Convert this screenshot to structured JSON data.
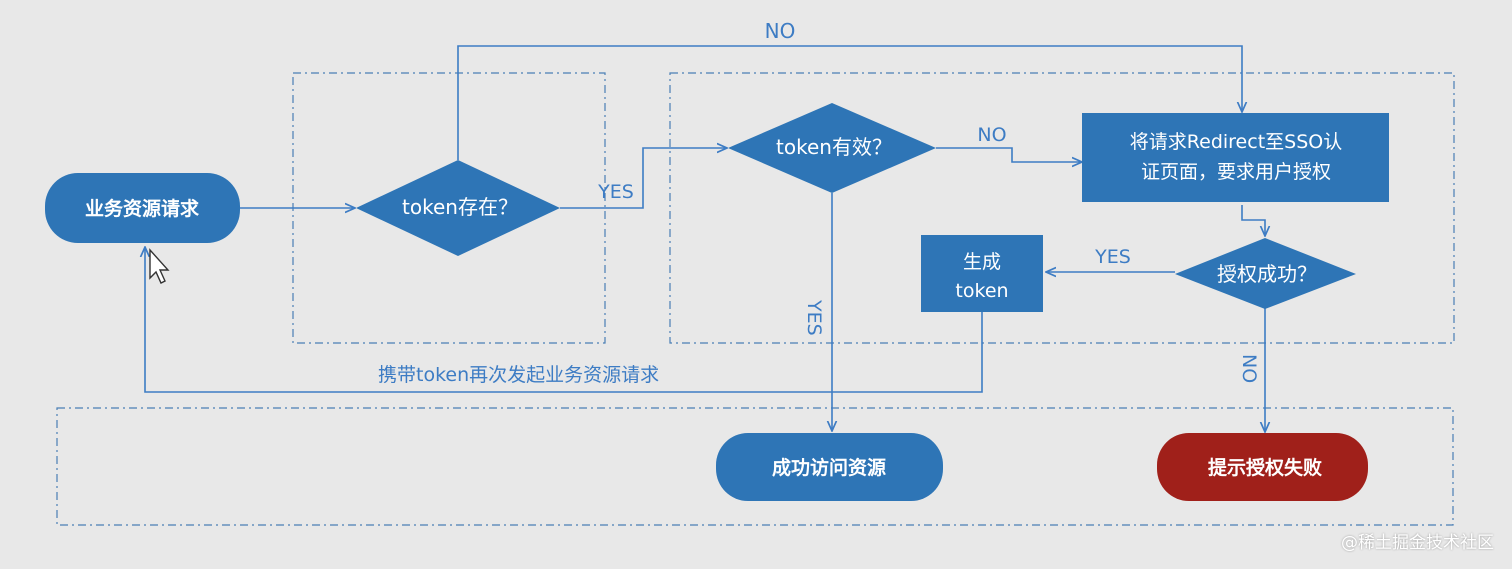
{
  "diagram": {
    "nodes": {
      "business_request": "业务资源请求",
      "token_exists": "token存在？",
      "token_valid": "token有效？",
      "redirect_line1": "将请求Redirect至SSO认",
      "redirect_line2": "证页面，要求用户授权",
      "auth_success": "授权成功？",
      "generate_token_line1": "生成",
      "generate_token_line2": "token",
      "access_success": "成功访问资源",
      "auth_failed": "提示授权失败"
    },
    "edge_labels": {
      "no_top": "NO",
      "yes_exists": "YES",
      "no_valid": "NO",
      "yes_valid": "YES",
      "yes_auth": "YES",
      "no_auth": "NO",
      "retry": "携带token再次发起业务资源请求"
    },
    "colors": {
      "node_blue": "#2e75b6",
      "node_red": "#a0201a",
      "line": "#3d7cc4",
      "dash": "#4a7fb5",
      "background": "#e8e8e8"
    }
  },
  "watermark": "@稀土掘金技术社区"
}
